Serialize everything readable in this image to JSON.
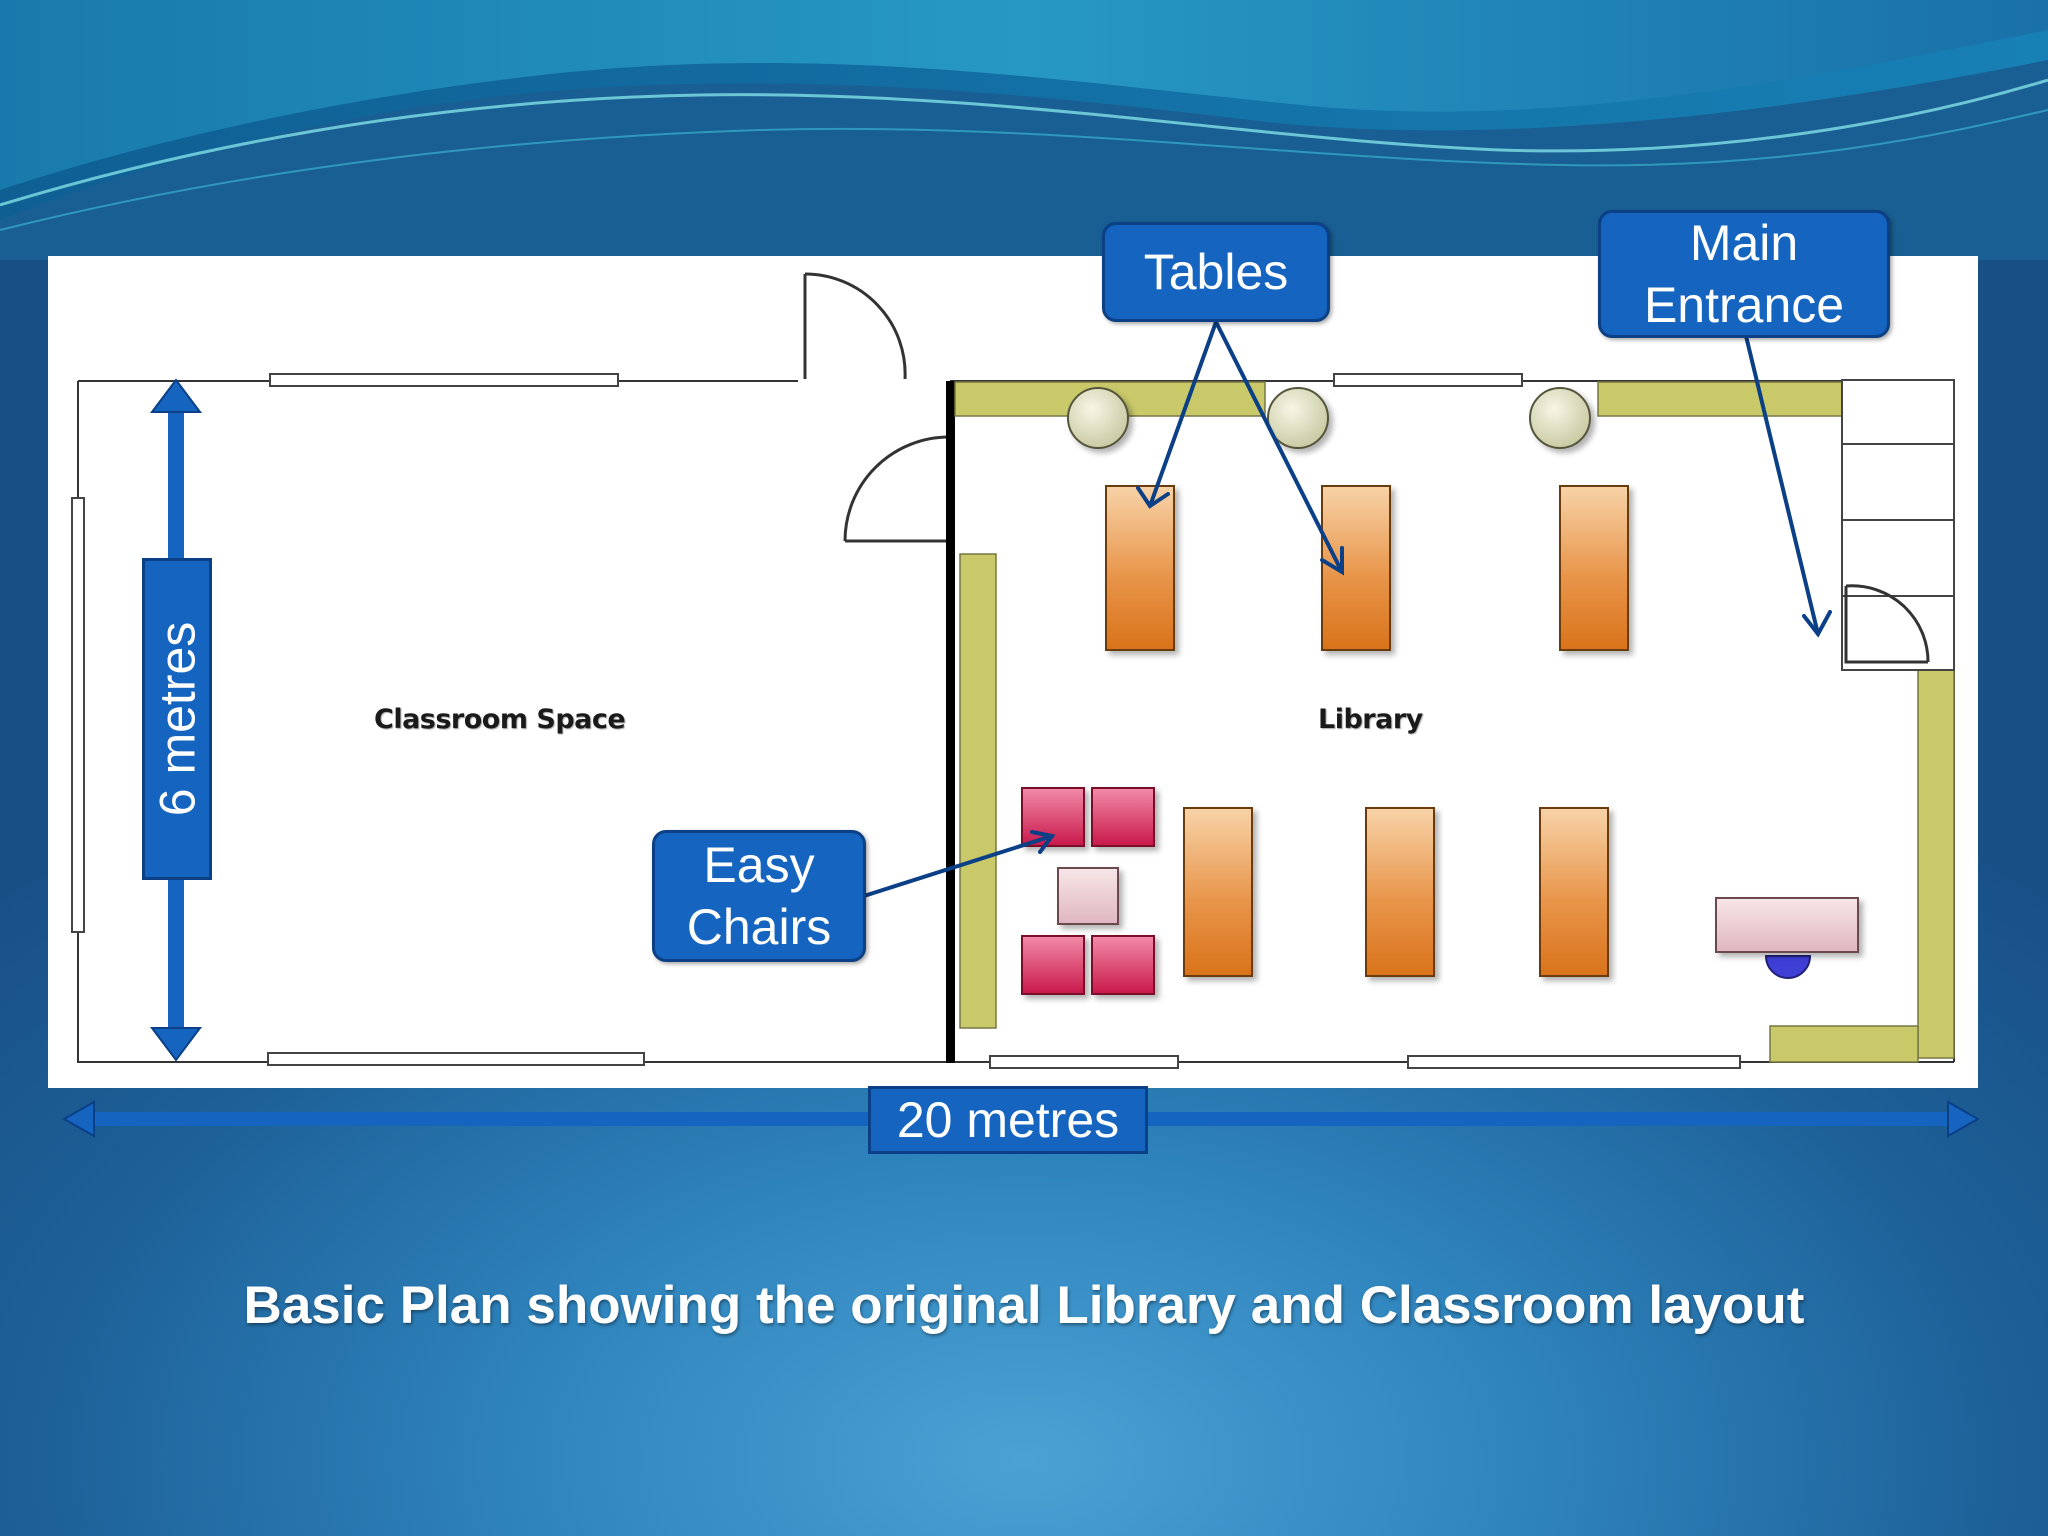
{
  "plan": {
    "classroom_label": "Classroom Space",
    "library_label": "Library"
  },
  "callouts": {
    "tables": "Tables",
    "main_entrance_line1": "Main",
    "main_entrance_line2": "Entrance",
    "easy_chairs_line1": "Easy",
    "easy_chairs_line2": "Chairs"
  },
  "dimensions": {
    "height": "6 metres",
    "width": "20 metres"
  },
  "caption": "Basic Plan showing the original Library and Classroom layout",
  "colors": {
    "callout_fill": "#1565c0",
    "shelf": "#c9c96a",
    "table": "#e08a2e",
    "chair": "#d6305a",
    "background": "#1d5f97"
  }
}
